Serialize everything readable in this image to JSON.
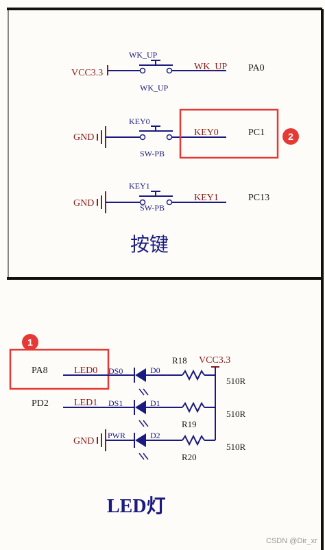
{
  "colors": {
    "wire": "#1a1a80",
    "net": "#8b1a1a",
    "highlight": "#e53935",
    "border": "#111111"
  },
  "keys_section": {
    "title": "按键",
    "rows": [
      {
        "net": "VCC3.3",
        "switch_top": "WK_UP",
        "switch_bottom": "WK_UP",
        "signal": "WK_UP",
        "port": "PA0"
      },
      {
        "net": "GND",
        "switch_top": "KEY0",
        "switch_bottom": "SW-PB",
        "signal": "KEY0",
        "port": "PC1"
      },
      {
        "net": "GND",
        "switch_top": "KEY1",
        "switch_bottom": "SW-PB",
        "signal": "KEY1",
        "port": "PC13"
      }
    ],
    "badge": "2"
  },
  "led_section": {
    "title": "LED灯",
    "vcc": "VCC3.3",
    "rows": [
      {
        "port": "PA8",
        "signal": "LED0",
        "ds": "DS0",
        "diode": "D0",
        "res": "R18",
        "value": "510R"
      },
      {
        "port": "PD2",
        "signal": "LED1",
        "ds": "DS1",
        "diode": "D1",
        "res": "R19",
        "value": "510R"
      },
      {
        "port": "",
        "net": "GND",
        "ds": "PWR",
        "diode": "D2",
        "res": "R20",
        "value": "510R"
      }
    ],
    "badge": "1"
  },
  "watermark": "CSDN @Dir_xr"
}
